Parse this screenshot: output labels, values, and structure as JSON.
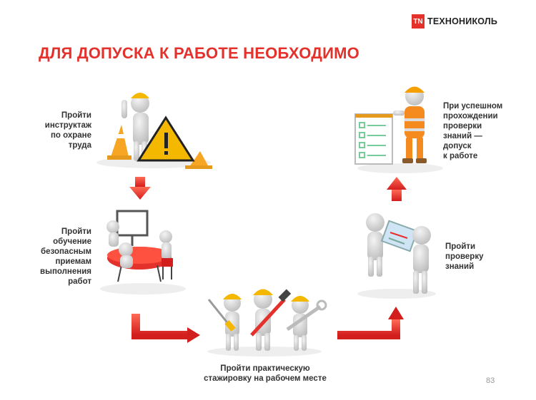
{
  "logo": {
    "mark": "TN",
    "text": "ТЕХНОНИКОЛЬ"
  },
  "title": "ДЛЯ ДОПУСКА К РАБОТЕ НЕОБХОДИМО",
  "steps": [
    {
      "text": "Пройти\nинструктаж\nпо охране\nтруда",
      "icon": "worker-warning-sign-icon"
    },
    {
      "text": "Пройти\nобучение\nбезопасным\nприемам\nвыполнения\nработ",
      "icon": "training-meeting-icon"
    },
    {
      "text": "Пройти практическую\nстажировку на рабочем месте",
      "icon": "workers-with-tools-icon"
    },
    {
      "text": "Пройти\nпроверку\nзнаний",
      "icon": "knowledge-check-icon"
    },
    {
      "text": "При успешном\nпрохождении\nпроверки\nзнаний —\nдопуск\nк работе",
      "icon": "worker-checklist-icon"
    }
  ],
  "page_number": "83",
  "colors": {
    "accent": "#e4312b",
    "helmet": "#f5b800",
    "figure": "#d8d8d8"
  }
}
